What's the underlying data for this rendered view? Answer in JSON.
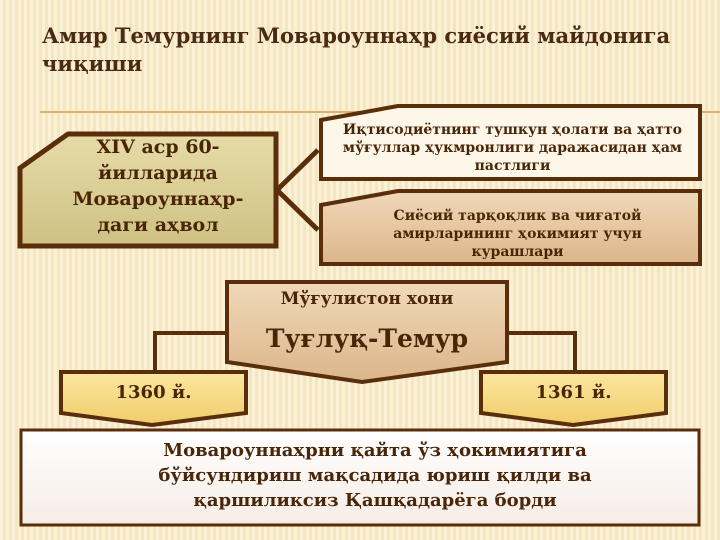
{
  "title": "Амир Темурнинг Мовароуннаҳр сиёсий майдонига чиқиши",
  "left_box": {
    "lines": [
      "XIV аср 60-",
      "йилларида",
      "Мовароуннаҳр-",
      "даги аҳвол"
    ]
  },
  "top_right_box": {
    "text": "Иқтисодиётнинг тушкун ҳолати ва ҳатто мўғуллар ҳукмронлиги даражасидан ҳам пастлиги"
  },
  "bottom_right_box": {
    "text": "Сиёсий тарқоқлик ва чиғатой амирларининг ҳокимият учун курашлари"
  },
  "center_box": {
    "subtitle": "Мўғулистон хони",
    "name": "Туғлуқ-Темур"
  },
  "years": {
    "left": "1360 й.",
    "right": "1361 й."
  },
  "bottom_box": {
    "text": "Мовароуннаҳрни қайта ўз ҳокимиятига бўйсундириш мақсадида юриш қилди ва қаршиликсиз Қашқадарёга борди"
  }
}
